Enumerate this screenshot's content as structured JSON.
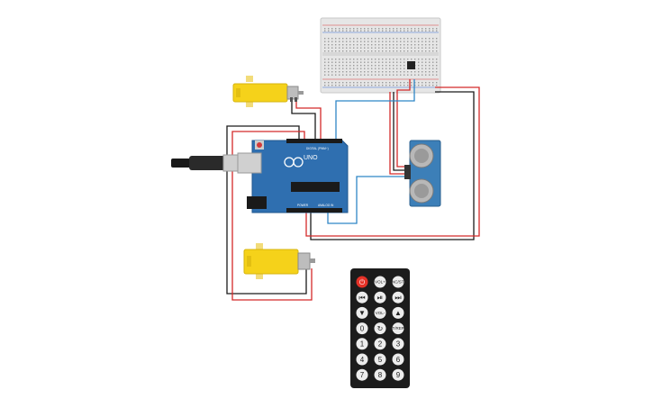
{
  "arduino": {
    "logo_text": "UNO",
    "header_digital": "DIGITAL (PWM~)",
    "header_power": "POWER",
    "header_analog": "ANALOG IN"
  },
  "remote": {
    "rows": [
      [
        "power",
        "VOL+",
        "FUNC/STOP"
      ],
      [
        "⏮",
        "⏯",
        "⏭"
      ],
      [
        "▼",
        "VOL-",
        "▲"
      ],
      [
        "0",
        "↻",
        "ST/REPT"
      ],
      [
        "1",
        "2",
        "3"
      ],
      [
        "4",
        "5",
        "6"
      ],
      [
        "7",
        "8",
        "9"
      ]
    ]
  },
  "colors": {
    "arduino_board": "#2f6fb0",
    "motor_yellow": "#f5d21a",
    "sensor_board": "#3c7fb8",
    "wire_red": "#d42a2a",
    "wire_black": "#1a1a1a",
    "wire_blue": "#2f86c6",
    "remote_body": "#1c1c1c",
    "remote_power": "#e53127"
  }
}
